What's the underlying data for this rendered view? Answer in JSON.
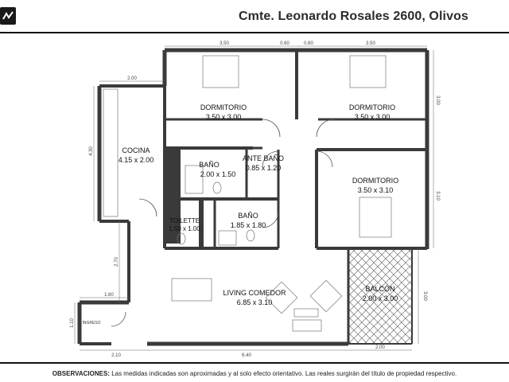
{
  "header": {
    "address": "Cmte. Leonardo Rosales 2600, Olivos"
  },
  "rooms": [
    {
      "name": "DORMITORIO",
      "size": "3.50 x 3.00"
    },
    {
      "name": "DORMITORIO",
      "size": "3.50 x 3.00"
    },
    {
      "name": "COCINA",
      "size": "4.15 x 2.00"
    },
    {
      "name": "BAÑO",
      "size": "2.00 x 1.50"
    },
    {
      "name": "ANTE BAÑO",
      "size": "0.85 x 1.20"
    },
    {
      "name": "DORMITORIO",
      "size": "3.50 x 3.10"
    },
    {
      "name": "TOILETTE",
      "size": "1.50 x 1.00"
    },
    {
      "name": "BAÑO",
      "size": "1.85 x 1.80"
    },
    {
      "name": "LIVING COMEDOR",
      "size": "6.85 x 3.10"
    },
    {
      "name": "BALCÓN",
      "size": "2.00 x 3.00"
    }
  ],
  "dimensions": {
    "top_left": "3.50",
    "top_mid_a": "0.60",
    "top_mid_b": "0.80",
    "top_right": "3.50",
    "kitchen_top": "2.00",
    "kitchen_side": "4.30",
    "right_top": "3.00",
    "right_mid": "3.10",
    "balcony_side": "3.00",
    "living_side": "2.70",
    "entry_top": "1.60",
    "entry_side": "1.10",
    "bottom_left": "2.10",
    "bottom_mid": "6.40",
    "bottom_right": "2.00"
  },
  "labels": {
    "entrance": "INGRESO"
  },
  "footer": {
    "prefix": "OBSERVACIONES:",
    "text": "Las medidas indicadas son aproximadas y al solo efecto orientativo. Las reales surgirán del título de propiedad respectivo."
  }
}
